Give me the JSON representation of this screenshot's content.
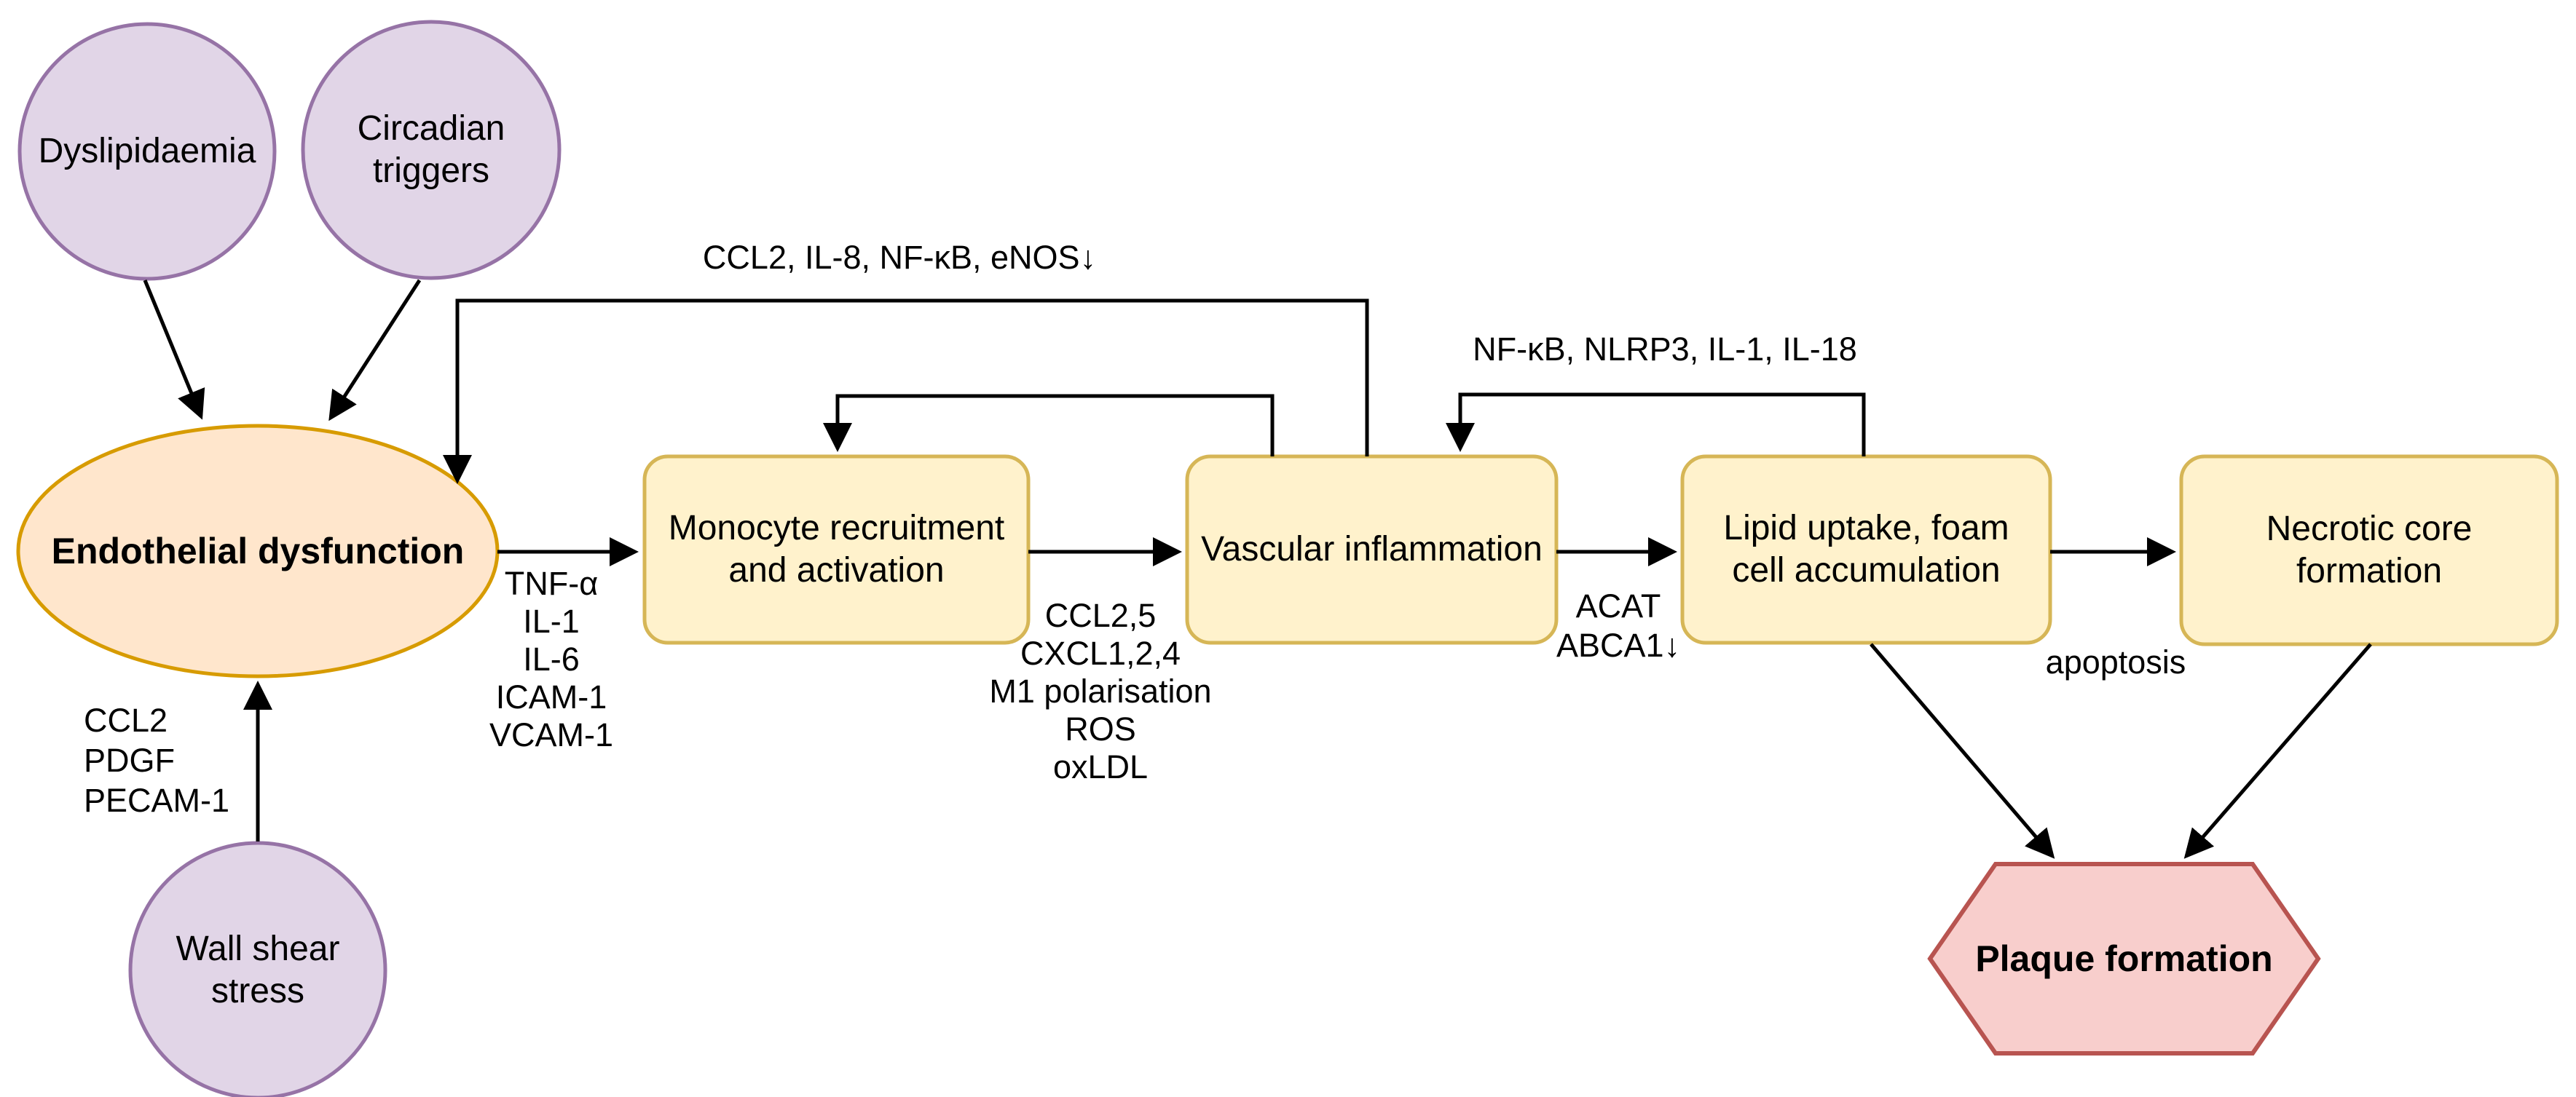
{
  "colors": {
    "background": "#ffffff",
    "purple_fill": "#e1d5e7",
    "purple_stroke": "#9673a6",
    "orange_fill": "#ffe6cc",
    "orange_stroke": "#d79b00",
    "yellow_fill": "#fff2cc",
    "yellow_stroke": "#d6b656",
    "red_fill": "#f8cecc",
    "red_stroke": "#b85450",
    "edge_stroke": "#000000",
    "text": "#000000"
  },
  "nodes": {
    "dyslipidaemia": {
      "label": "Dyslipidaemia"
    },
    "circadian_triggers": {
      "label": "Circadian triggers"
    },
    "wall_shear_stress": {
      "label": "Wall shear stress"
    },
    "endothelial_dysfunction": {
      "label": "Endothelial dysfunction"
    },
    "monocyte_recruitment": {
      "label": "Monocyte recruitment and activation"
    },
    "vascular_inflammation": {
      "label": "Vascular inflammation"
    },
    "lipid_uptake": {
      "label": "Lipid uptake, foam cell accumulation"
    },
    "necrotic_core": {
      "label": "Necrotic core formation"
    },
    "plaque_formation": {
      "label": "Plaque formation"
    }
  },
  "edge_labels": {
    "vascular_to_endothelial": "CCL2, IL-8, NF-κB, eNOS↓",
    "lipid_to_vascular": "NF-κB, NLRP3, IL-1, IL-18",
    "endothelial_to_monocyte": [
      "TNF-α",
      "IL-1",
      "IL-6",
      "ICAM-1",
      "VCAM-1"
    ],
    "monocyte_to_vascular": [
      "CCL2,5",
      "CXCL1,2,4",
      "M1 polarisation",
      "ROS",
      "oxLDL"
    ],
    "vascular_to_lipid": [
      "ACAT",
      "ABCA1↓"
    ],
    "lipid_to_necrotic": "apoptosis",
    "wall_shear_to_endothelial": [
      "CCL2",
      "PDGF",
      "PECAM-1"
    ]
  }
}
